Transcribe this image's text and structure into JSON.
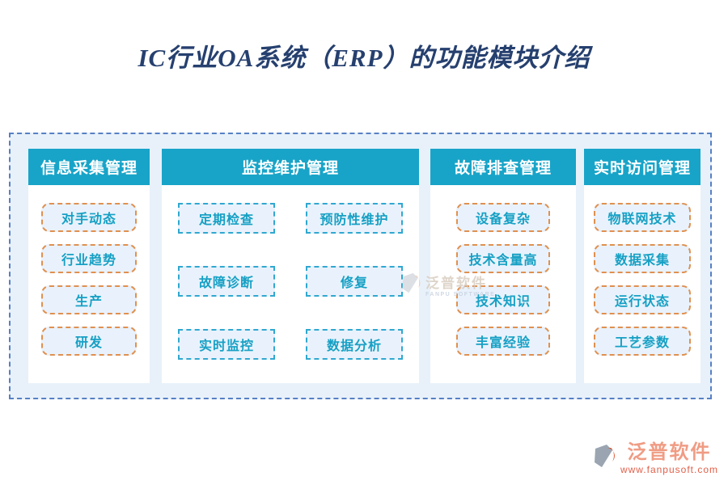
{
  "title": "IC行业OA系统（ERP）的功能模块介绍",
  "columns": [
    {
      "header": "信息采集管理",
      "border_style": "orange-dashed-rounded",
      "items": [
        "对手动态",
        "行业趋势",
        "生产",
        "研发"
      ]
    },
    {
      "header": "监控维护管理",
      "border_style": "cyan-dashed-square",
      "items": [
        "定期检查",
        "预防性维护",
        "故障诊断",
        "修复",
        "实时监控",
        "数据分析"
      ]
    },
    {
      "header": "故障排查管理",
      "border_style": "orange-dashed-rounded",
      "items": [
        "设备复杂",
        "技术含量高",
        "技术知识",
        "丰富经验"
      ]
    },
    {
      "header": "实时访问管理",
      "border_style": "orange-dashed-rounded",
      "items": [
        "物联网技术",
        "数据采集",
        "运行状态",
        "工艺参数"
      ]
    }
  ],
  "watermark": {
    "name": "泛普软件",
    "name_en": "FANPU SOFTWARE"
  },
  "footer_logo": {
    "name": "泛普软件",
    "url": "www.fanpusoft.com"
  },
  "colors": {
    "title_text": "#26406f",
    "header_bg": "#18a4c8",
    "item_text": "#16a0c4",
    "item_bg": "#e9f2fc",
    "orange_border": "#e0904f",
    "cyan_border": "#30a8d0",
    "board_bg": "#e8f1fa",
    "board_border": "#5680c4",
    "footer_name": "#f09c84",
    "footer_url": "#e2604a"
  }
}
